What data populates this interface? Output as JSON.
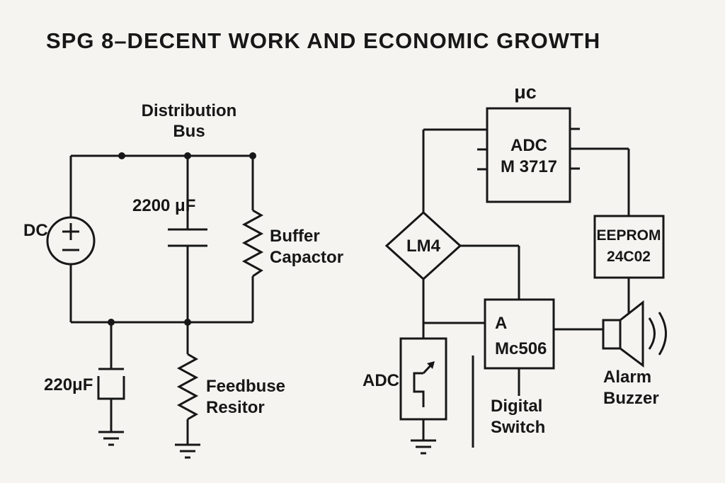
{
  "title": "SPG 8–DECENT WORK AND ECONOMIC GROWTH",
  "colors": {
    "background": "#f5f4f1",
    "ink": "#171717"
  },
  "left_circuit": {
    "bus_label": {
      "line1": "Distribution",
      "line2": "Bus"
    },
    "dc_source_label": "DC",
    "bus_capacitor_value": "2200 μF",
    "buffer_label": {
      "line1": "Buffer",
      "line2": "Capactor"
    },
    "output_capacitor_value": "220μF",
    "feedback_label": {
      "line1": "Feedbuse",
      "line2": "Resitor"
    }
  },
  "right_circuit": {
    "microcontroller_label": "μc",
    "adc_chip": {
      "line1": "ADC",
      "line2": "M 3717"
    },
    "comparator_label": "LM4",
    "eeprom_chip": {
      "line1": "EEPROM",
      "line2": "24C02"
    },
    "driver_chip": {
      "line1": "A",
      "line2": "Mc506"
    },
    "adc_label": "ADC",
    "switch_label": {
      "line1": "Digital",
      "line2": "Switch"
    },
    "buzzer_label": {
      "line1": "Alarm",
      "line2": "Buzzer"
    }
  }
}
